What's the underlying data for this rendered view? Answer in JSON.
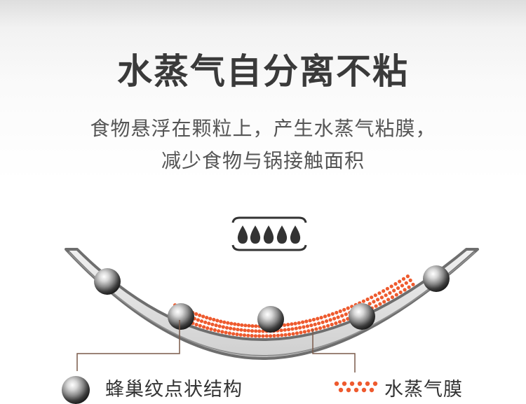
{
  "title": "水蒸气自分离不粘",
  "subtitle_line1": "食物悬浮在颗粒上，产生水蒸气粘膜，",
  "subtitle_line2": "减少食物与锅接触面积",
  "legend": {
    "honeycomb_label": "蜂巢纹点状结构",
    "steam_label": "水蒸气膜"
  },
  "colors": {
    "title": "#3a3a3a",
    "pan_outline": "#6e6e6e",
    "pan_fill": "#e2e2e2",
    "steam_dot": "#ee5a2e",
    "leader_line": "#7a5a4a"
  },
  "icons": {
    "steam_icon": "water-drops-with-lid-icon"
  }
}
